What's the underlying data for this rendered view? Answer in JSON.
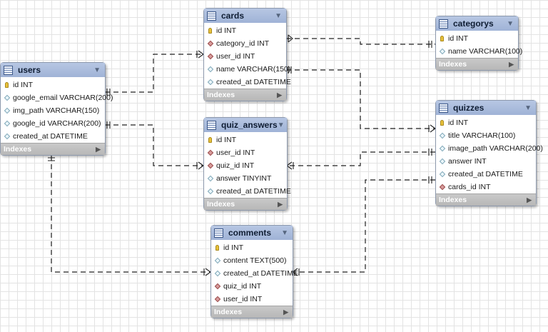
{
  "tables": {
    "users": {
      "name": "users",
      "indexes_label": "Indexes",
      "columns": [
        {
          "text": "id INT"
        },
        {
          "text": "google_email VARCHAR(200)"
        },
        {
          "text": "img_path VARCHAR(150)"
        },
        {
          "text": "google_id VARCHAR(200)"
        },
        {
          "text": "created_at DATETIME"
        }
      ]
    },
    "cards": {
      "name": "cards",
      "indexes_label": "Indexes",
      "columns": [
        {
          "text": "id INT"
        },
        {
          "text": "category_id INT"
        },
        {
          "text": "user_id INT"
        },
        {
          "text": "name VARCHAR(150)"
        },
        {
          "text": "created_at DATETIME"
        }
      ]
    },
    "categorys": {
      "name": "categorys",
      "indexes_label": "Indexes",
      "columns": [
        {
          "text": "id INT"
        },
        {
          "text": "name VARCHAR(100)"
        }
      ]
    },
    "quiz_answers": {
      "name": "quiz_answers",
      "indexes_label": "Indexes",
      "columns": [
        {
          "text": "id INT"
        },
        {
          "text": "user_id INT"
        },
        {
          "text": "quiz_id INT"
        },
        {
          "text": "answer TINYINT"
        },
        {
          "text": "created_at DATETIME"
        }
      ]
    },
    "quizzes": {
      "name": "quizzes",
      "indexes_label": "Indexes",
      "columns": [
        {
          "text": "id INT"
        },
        {
          "text": "title VARCHAR(100)"
        },
        {
          "text": "image_path VARCHAR(200)"
        },
        {
          "text": "answer INT"
        },
        {
          "text": "created_at DATETIME"
        },
        {
          "text": "cards_id INT"
        }
      ]
    },
    "comments": {
      "name": "comments",
      "indexes_label": "Indexes",
      "columns": [
        {
          "text": "id INT"
        },
        {
          "text": "content TEXT(500)"
        },
        {
          "text": "created_at DATETIME"
        },
        {
          "text": "quiz_id INT"
        },
        {
          "text": "user_id INT"
        }
      ]
    }
  },
  "colors": {
    "header": "#a8bbdc",
    "indexes_bar": "#bdbdbd",
    "relationship_line": "#222222",
    "primary_key_icon": "#e8c13a",
    "foreign_key_icon": "#d79a9a",
    "column_icon": "#eaf6fa"
  }
}
